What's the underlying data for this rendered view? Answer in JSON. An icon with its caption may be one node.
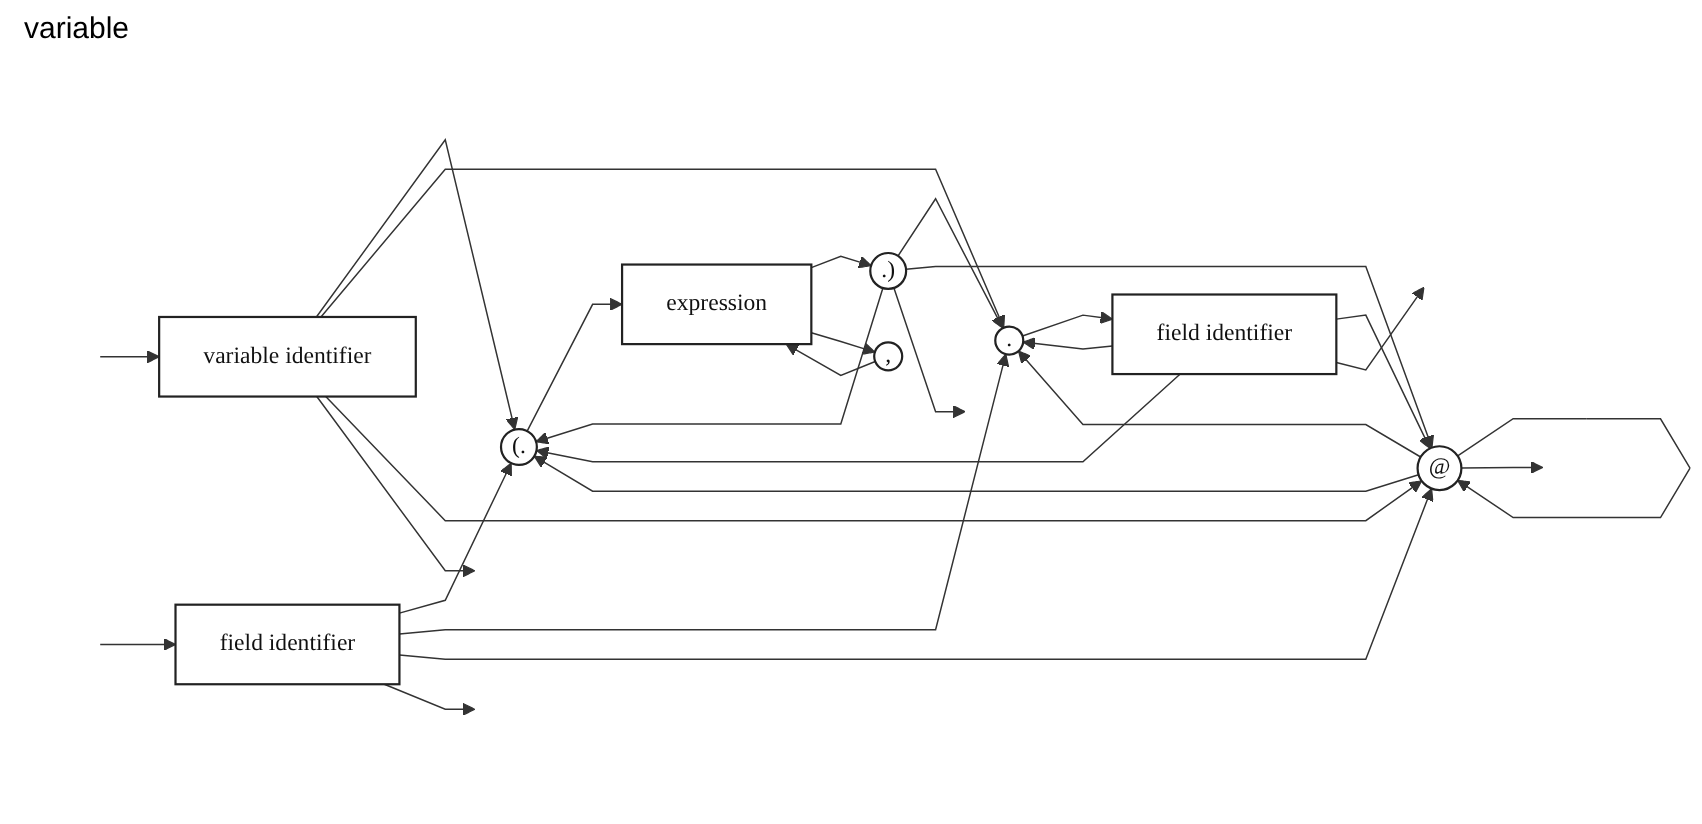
{
  "diagram": {
    "title": "variable",
    "nodes": [
      {
        "text": [
          "variable identifier"
        ]
      },
      {
        "text": [
          "field identifier"
        ]
      },
      {
        "text": [
          "(."
        ]
      },
      {
        "text": [
          "expression"
        ]
      },
      {
        "text": [
          ".)"
        ]
      },
      {
        "text": [
          ","
        ]
      },
      {
        "text": [
          "."
        ]
      },
      {
        "text": [
          "field identifier"
        ]
      },
      {
        "text": [
          "@"
        ]
      }
    ],
    "edges": [
      {
        "from": null,
        "to": 0,
        "arrow": "to"
      },
      {
        "from": null,
        "to": 1,
        "arrow": "to"
      },
      {
        "from": 0,
        "to": 2,
        "arrow": "to"
      },
      {
        "from": 0,
        "to": 6,
        "arrow": "to"
      },
      {
        "from": 0,
        "to": 8,
        "arrow": "to"
      },
      {
        "from": 0,
        "to": null,
        "arrow": "to"
      },
      {
        "from": 1,
        "to": 2,
        "arrow": "to"
      },
      {
        "from": 1,
        "to": 6,
        "arrow": "to"
      },
      {
        "from": 1,
        "to": 8,
        "arrow": "to"
      },
      {
        "from": 1,
        "to": null,
        "arrow": "to"
      },
      {
        "from": 2,
        "to": 3,
        "arrow": "to"
      },
      {
        "from": 3,
        "to": 4,
        "arrow": "to"
      },
      {
        "from": 3,
        "to": 5,
        "arrow": "to"
      },
      {
        "from": 5,
        "to": 3,
        "arrow": "to"
      },
      {
        "from": 4,
        "to": 2,
        "arrow": "to"
      },
      {
        "from": 4,
        "to": 6,
        "arrow": "to"
      },
      {
        "from": 4,
        "to": 8,
        "arrow": "to"
      },
      {
        "from": 4,
        "to": null,
        "arrow": "to"
      },
      {
        "from": 6,
        "to": 7,
        "arrow": "to"
      },
      {
        "from": 7,
        "to": 2,
        "arrow": "to"
      },
      {
        "from": 7,
        "to": 6,
        "arrow": "to"
      },
      {
        "from": 7,
        "to": 8,
        "arrow": "to"
      },
      {
        "from": 7,
        "to": null,
        "arrow": "to"
      },
      {
        "from": 8,
        "to": 2,
        "arrow": "to"
      },
      {
        "from": 8,
        "to": 6,
        "arrow": "to"
      },
      {
        "from": 8,
        "to": 8,
        "arrow": "to"
      },
      {
        "from": 8,
        "to": null,
        "arrow": "to"
      }
    ]
  }
}
